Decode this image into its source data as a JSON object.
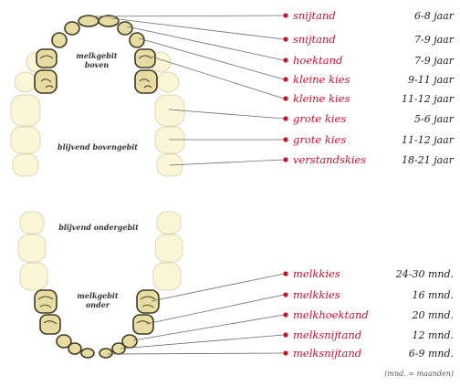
{
  "upper": {
    "arch_label_milk": [
      "melkgebit",
      "boven"
    ],
    "arch_label_perm": "blijvend bovengebit",
    "labels": [
      {
        "name": "snijtand",
        "age": "6-8 jaar"
      },
      {
        "name": "snijtand",
        "age": "7-9 jaar"
      },
      {
        "name": "hoektand",
        "age": "7-9 jaar"
      },
      {
        "name": "kleine kies",
        "age": "9-11 jaar"
      },
      {
        "name": "kleine kies",
        "age": "11-12 jaar"
      },
      {
        "name": "grote kies",
        "age": "5-6 jaar"
      },
      {
        "name": "grote kies",
        "age": "11-12 jaar"
      },
      {
        "name": "verstandskies",
        "age": "18-21 jaar"
      }
    ]
  },
  "lower": {
    "arch_label_milk": [
      "melkgebit",
      "onder"
    ],
    "arch_label_perm": "blijvend ondergebit",
    "labels": [
      {
        "name": "melkkies",
        "age": "24-30 mnd."
      },
      {
        "name": "melkkies",
        "age": "16 mnd."
      },
      {
        "name": "melkhoektand",
        "age": "20 mnd."
      },
      {
        "name": "melksnijtand",
        "age": "12 mnd."
      },
      {
        "name": "melksnijtand",
        "age": "6-9 mnd."
      }
    ],
    "note": "(mnd. = maanden)"
  },
  "colors": {
    "label_red": "#c8102e",
    "milk_tooth": "#e7dca2",
    "permanent_tooth": "#fbf6d8"
  }
}
